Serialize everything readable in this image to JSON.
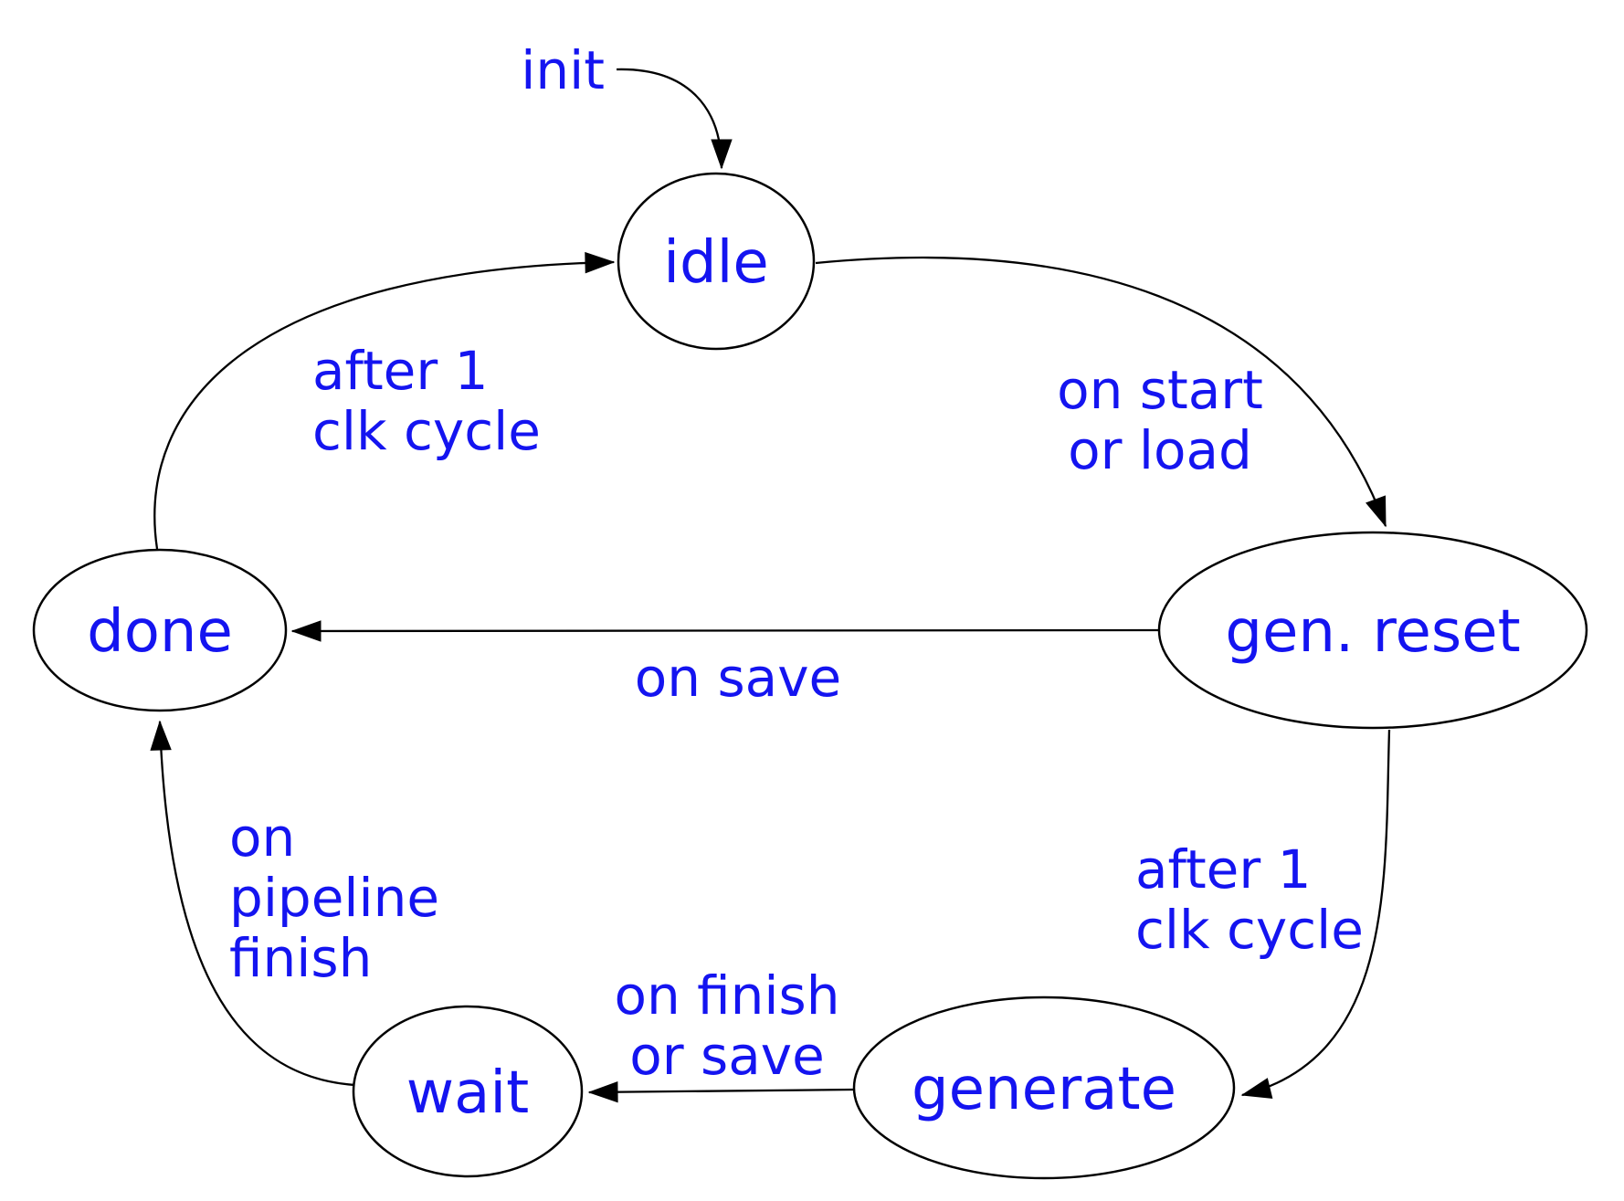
{
  "diagram": {
    "kind": "finite-state-machine",
    "colors": {
      "label_text": "#1414f0",
      "line": "#000000",
      "state_fill": "#ffffff",
      "background": "#ffffff"
    }
  },
  "states": {
    "idle": "idle",
    "gen_reset": "gen. reset",
    "done": "done",
    "wait": "wait",
    "generate": "generate"
  },
  "edge_labels": {
    "init": [
      "init"
    ],
    "idle_to_gen_reset": [
      "on start",
      "or load"
    ],
    "gen_reset_to_done": [
      "on save"
    ],
    "done_to_idle": [
      "after 1",
      "clk cycle"
    ],
    "gen_reset_to_generate": [
      "after 1",
      "clk cycle"
    ],
    "generate_to_wait": [
      "on finish",
      "or save"
    ],
    "wait_to_done": [
      "on",
      "pipeline",
      "finish"
    ]
  },
  "transitions": [
    {
      "from": "(start)",
      "to": "idle",
      "label": "init"
    },
    {
      "from": "idle",
      "to": "gen. reset",
      "label": "on start or load"
    },
    {
      "from": "gen. reset",
      "to": "done",
      "label": "on save"
    },
    {
      "from": "done",
      "to": "idle",
      "label": "after 1 clk cycle"
    },
    {
      "from": "gen. reset",
      "to": "generate",
      "label": "after 1 clk cycle"
    },
    {
      "from": "generate",
      "to": "wait",
      "label": "on finish or save"
    },
    {
      "from": "wait",
      "to": "done",
      "label": "on pipeline finish"
    }
  ]
}
